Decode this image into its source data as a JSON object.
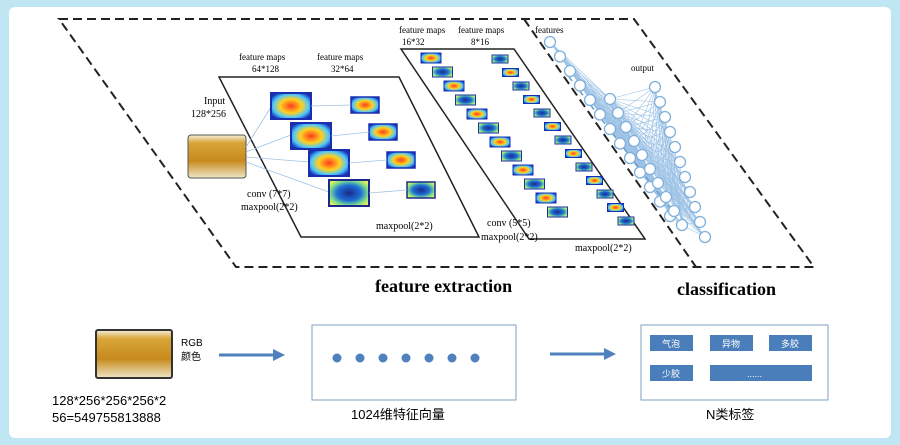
{
  "top": {
    "input_label": "Input",
    "input_size": "128*256",
    "fm1_label": "feature maps",
    "fm1_size": "64*128",
    "fm2_label": "feature maps",
    "fm2_size": "32*64",
    "fm3_label": "feature maps",
    "fm3_size": "16*32",
    "fm4_label": "feature maps",
    "fm4_size": "8*16",
    "features_label": "features",
    "output_label": "output",
    "conv1": "conv (7*7)",
    "maxpool1": "maxpool(2*2)",
    "maxpool2": "maxpool(2*2)",
    "conv2": "conv (5*5)",
    "maxpool3": "maxpool(2*2)",
    "maxpool4": "maxpool(2*2)",
    "feature_extraction": "feature extraction",
    "classification": "classification"
  },
  "bottom": {
    "rgb": "RGB",
    "color": "颜色",
    "formula_line1": "128*256*256*256*2",
    "formula_line2": "56=549755813888",
    "vector_label": "1024维特征向量",
    "labels_caption": "N类标签",
    "tags": [
      "气泡",
      "异物",
      "多胶",
      "少胶",
      "......"
    ]
  },
  "colors": {
    "accent": "#4f81bd",
    "tag_fill": "#4a7ebb",
    "background": "#bfe6f2"
  }
}
